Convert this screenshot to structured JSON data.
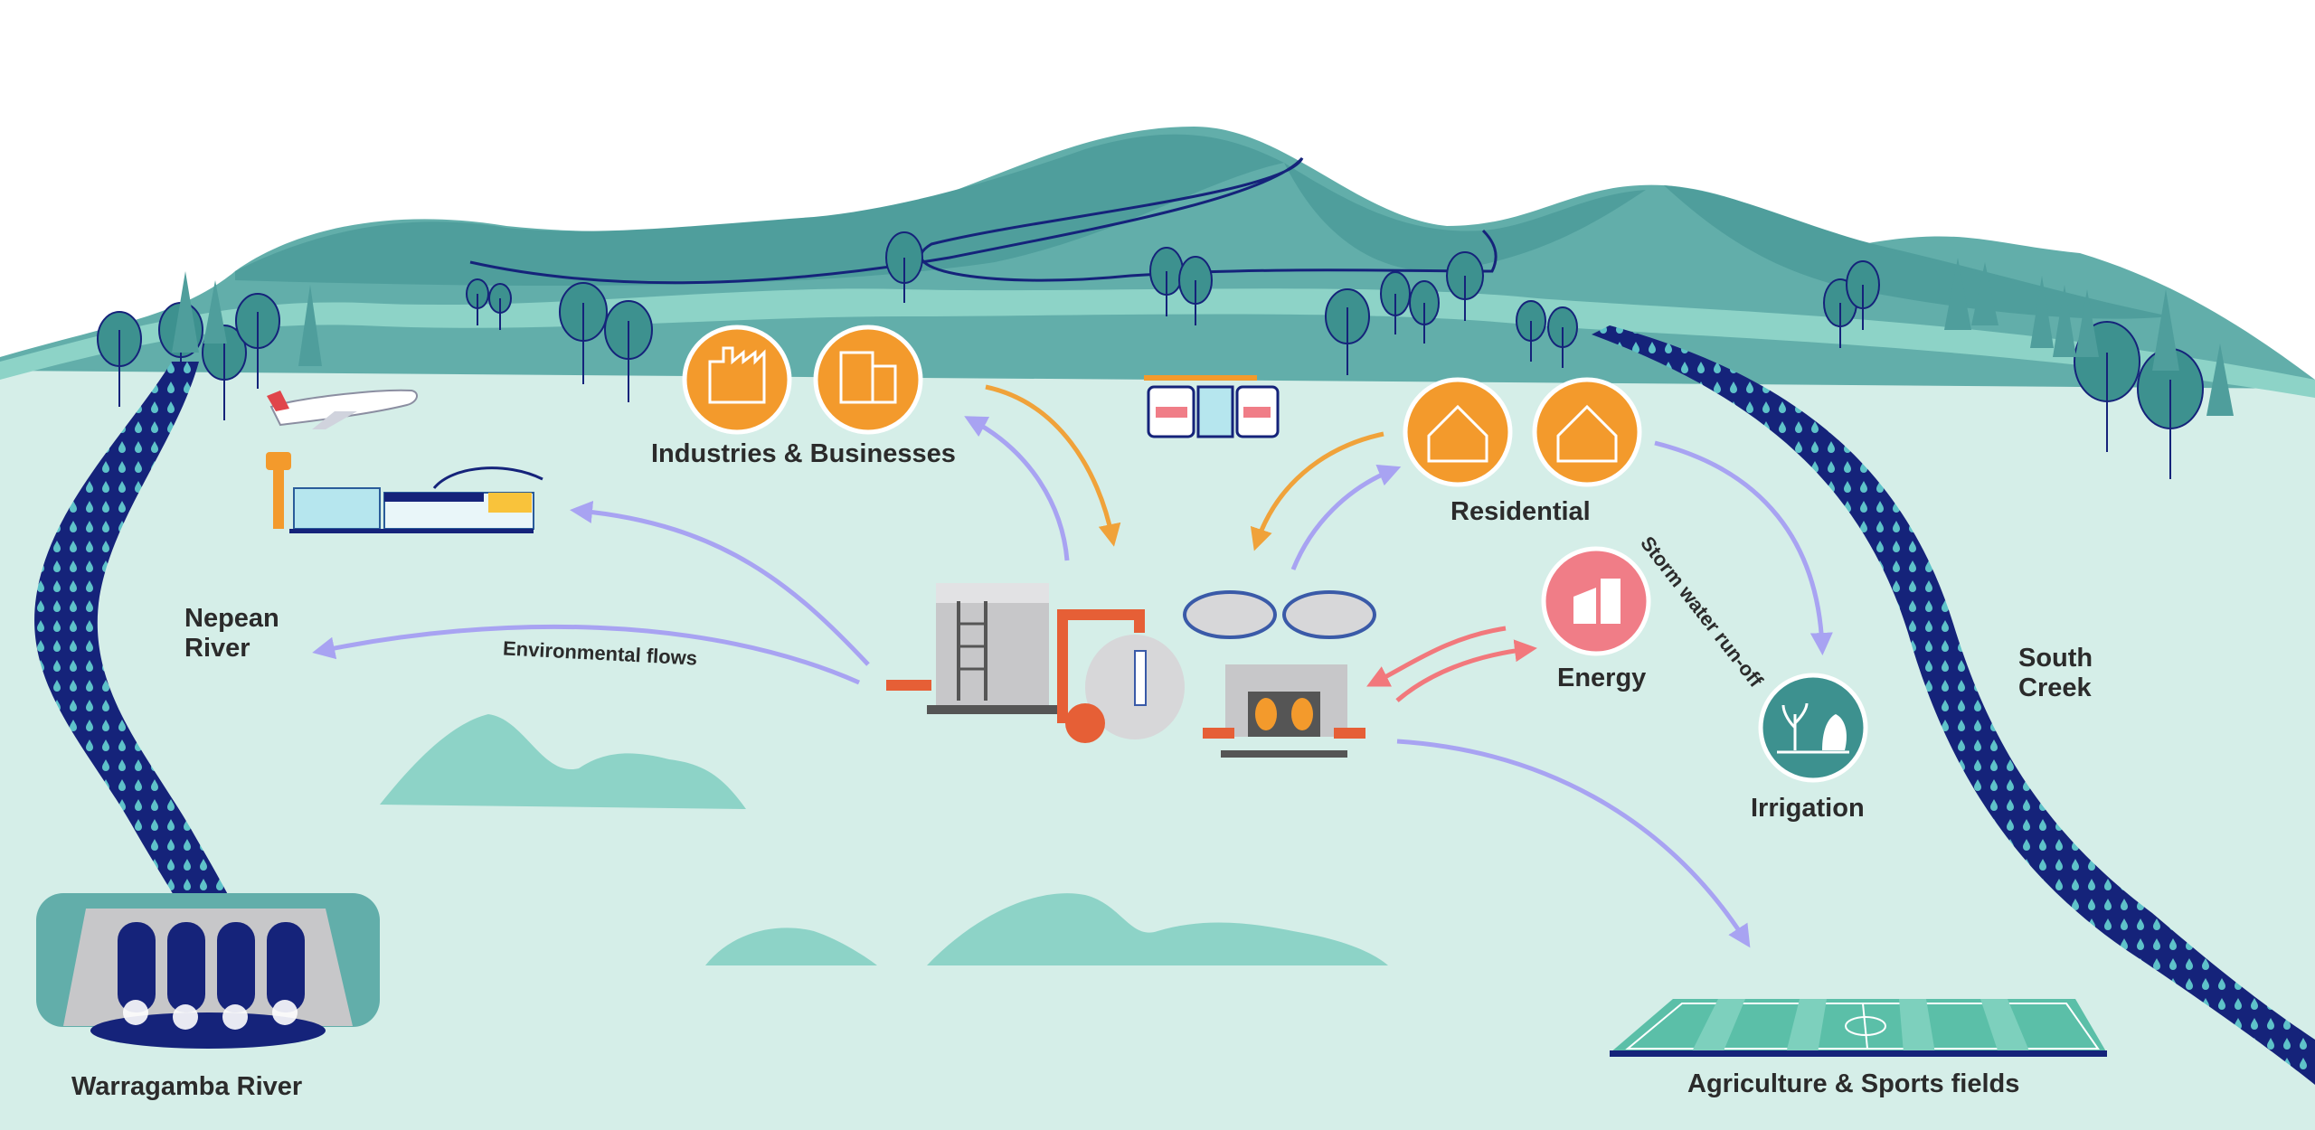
{
  "labels": {
    "industries": "Industries & Businesses",
    "residential": "Residential",
    "energy": "Energy",
    "irrigation": "Irrigation",
    "agriculture": "Agriculture & Sports fields",
    "nepean_line1": "Nepean",
    "nepean_line2": "River",
    "south_line1": "South",
    "south_line2": "Creek",
    "warragamba": "Warragamba River",
    "env_flows": "Environmental flows",
    "storm_water": "Storm water run-off"
  },
  "colors": {
    "ground": "#d5eee8",
    "hills_dark": "#4f9e9c",
    "hills_mid": "#62aeaa",
    "hills_light": "#8dd3c7",
    "river": "#15237a",
    "river_drops": "#5ec2c9",
    "arrow_purple": "#a8a3f2",
    "arrow_orange": "#f0a23a",
    "arrow_red": "#f2787c",
    "orange_badge": "#f39a2c",
    "pink_badge": "#f07d87",
    "teal_badge": "#3d918f",
    "text": "#2b2b2b"
  },
  "icons": [
    "factory-icon",
    "office-building-icon",
    "house-icon",
    "power-plant-icon",
    "plant-sprout-icon",
    "airplane-icon",
    "airport-icon",
    "tram-icon",
    "dam-icon",
    "treatment-plant-icon",
    "sports-field-icon",
    "tree-icon"
  ]
}
